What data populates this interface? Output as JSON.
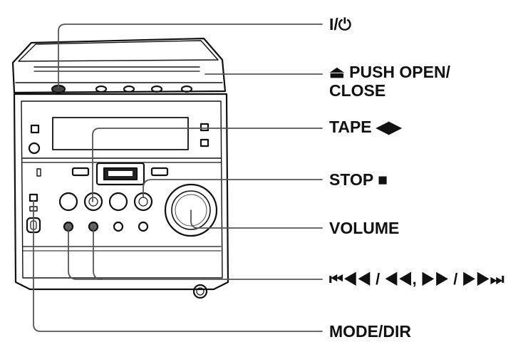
{
  "labels": {
    "power": "I/⏻",
    "push_open_close": "⏏ PUSH OPEN/\nCLOSE",
    "tape": "TAPE ◀▶",
    "stop": "STOP ■",
    "volume": "VOLUME",
    "skip": "⏮◀◀ / ◀◀, ▶▶ / ▶▶⏭",
    "mode_dir": "MODE/DIR"
  },
  "colors": {
    "line": "#111111",
    "callout": "#555555",
    "background": "#ffffff"
  }
}
